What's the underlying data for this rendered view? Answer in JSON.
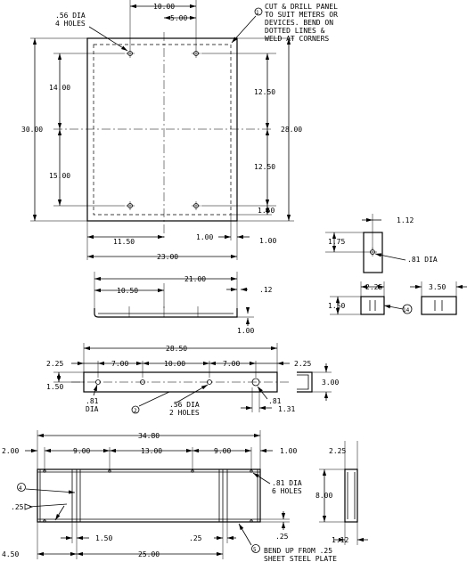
{
  "notes": {
    "n1": [
      "CUT & DRILL PANEL",
      "TO SUIT METERS OR",
      "DEVICES. BEND ON",
      "DOTTED LINES &",
      "WELD AT CORNERS"
    ],
    "n1_marker": "1",
    "holes_top": [
      ".56 DIA",
      "4 HOLES"
    ],
    "dia_small": ".81 DIA",
    "marker_2": "2",
    "dia_bar": [
      ".81",
      "DIA"
    ],
    "dia_bar_holes": [
      ".56 DIA",
      "2 HOLES"
    ],
    "dia_bar_right": ".81",
    "marker_4": "4",
    "marker_5": "5",
    "marker_14": "14",
    "holes_box": [
      ".81 DIA",
      "6 HOLES"
    ],
    "bend_note": [
      "BEND UP FROM .25",
      "SHEET STEEL PLATE"
    ]
  },
  "dims": {
    "p_top10": "10.00",
    "p_top5": "5.00",
    "p_14": "14.00",
    "p_30": "30.00",
    "p_15": "15.00",
    "p_1250a": "12.50",
    "p_1250b": "12.50",
    "p_28": "28.00",
    "p_150": "1.50",
    "p_1150": "11.50",
    "p_100a": "1.00",
    "p_100b": "1.00",
    "p_23": "23.00",
    "s_2100": "21.00",
    "s_1050": "10.50",
    "s_012": ".12",
    "s_100": "1.00",
    "b_2850": "28.50",
    "b_225a": "2.25",
    "b_700a": "7.00",
    "b_1000": "10.00",
    "b_700b": "7.00",
    "b_225b": "2.25",
    "b_150": "1.50",
    "b_300": "3.00",
    "b_131": "1.31",
    "r_112a": "1.12",
    "r_175": "1.75",
    "r_225": "2.25",
    "r_350": "3.50",
    "r_150": "1.50",
    "x_3480": "34.80",
    "x_200": "2.00",
    "x_900a": "9.00",
    "x_1300": "13.00",
    "x_900b": "9.00",
    "x_100": "1.00",
    "x_225": "2.25",
    "x_025a": ".25",
    "x_800": "8.00",
    "x_450": "4.50",
    "x_150": "1.50",
    "x_025b": ".25",
    "x_2500": "25.00",
    "x_025c": ".25",
    "x_112": "1.12"
  }
}
